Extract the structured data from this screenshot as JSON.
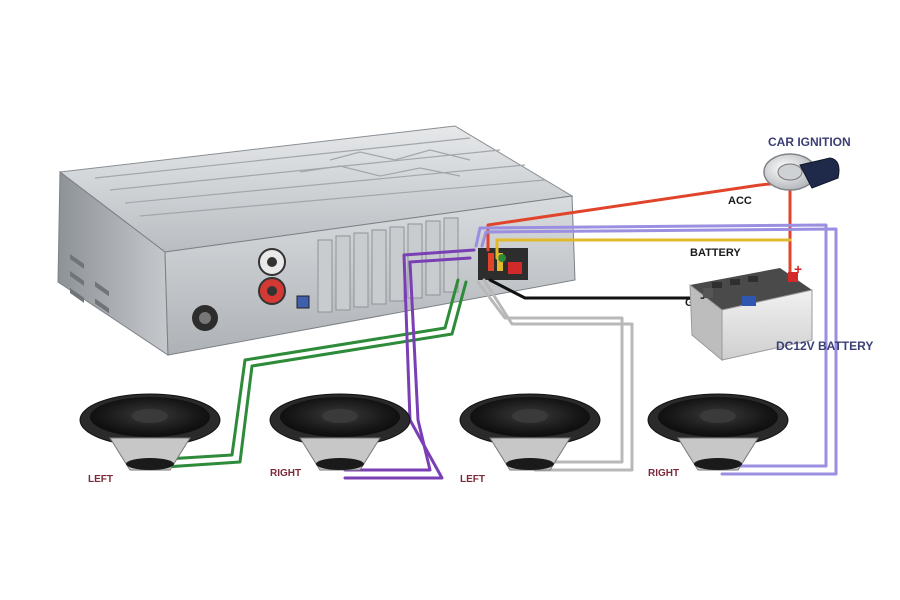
{
  "labels": {
    "car_ignition": "CAR IGNITION",
    "acc": "ACC",
    "battery_wire": "BATTERY",
    "gnd": "GND",
    "battery": "DC12V BATTERY",
    "plus": "+",
    "minus": "-"
  },
  "speakers": [
    {
      "label": "LEFT",
      "wire_color": "#2e8b3a"
    },
    {
      "label": "RIGHT",
      "wire_color": "#7b3fb5"
    },
    {
      "label": "LEFT",
      "wire_color": "#b8b8b8"
    },
    {
      "label": "RIGHT",
      "wire_color": "#9a8fe0"
    }
  ],
  "colors": {
    "acc_wire": "#e0452b",
    "battery_wire": "#e2b92b",
    "ground_wire": "#111111",
    "power_wire": "#e53a2b"
  }
}
